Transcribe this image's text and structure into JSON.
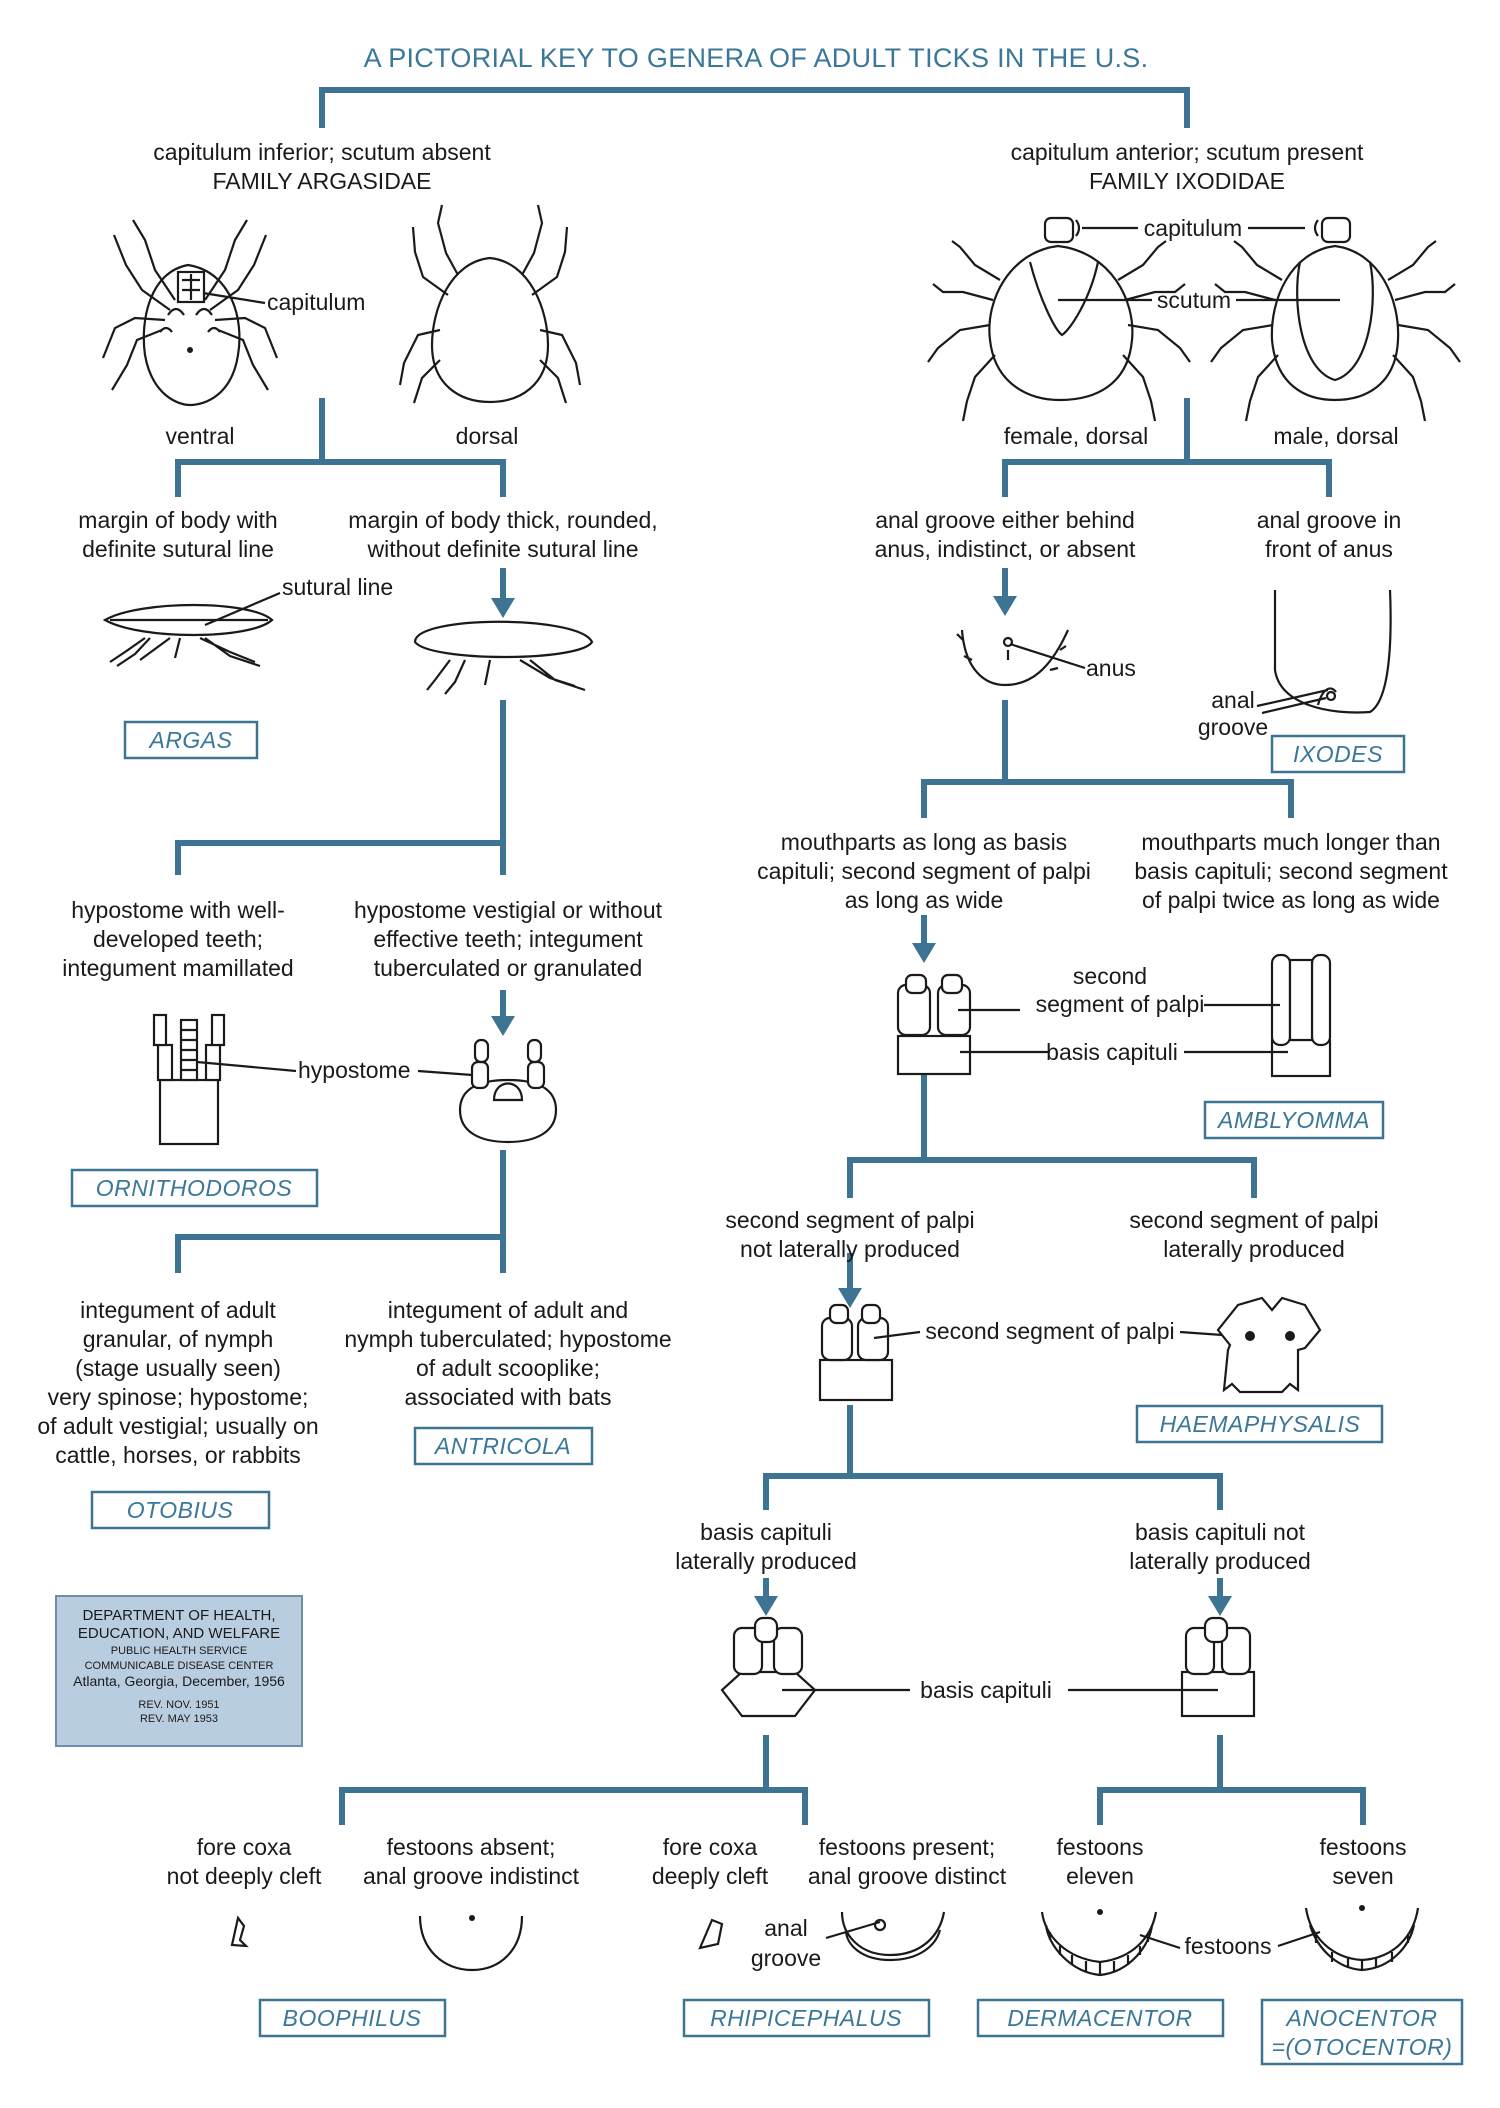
{
  "title": "A PICTORIAL KEY TO GENERA OF ADULT TICKS IN THE U.S.",
  "argasidae": {
    "heading_line1": "capitulum inferior; scutum absent",
    "heading_line2": "FAMILY ARGASIDAE",
    "capitulum_label": "capitulum",
    "ventral_label": "ventral",
    "dorsal_label": "dorsal"
  },
  "ixodidae": {
    "heading_line1": "capitulum anterior; scutum present",
    "heading_line2": "FAMILY IXODIDAE",
    "capitulum_label": "capitulum",
    "scutum_label": "scutum",
    "female_label": "female, dorsal",
    "male_label": "male, dorsal"
  },
  "nodes": {
    "margin_definite": [
      "margin of body with",
      "definite sutural line"
    ],
    "margin_thick": [
      "margin of body thick, rounded,",
      "without definite sutural line"
    ],
    "sutural_line_label": "sutural line",
    "hypostome_teeth": [
      "hypostome with well-",
      "developed teeth;",
      "integument mamillated"
    ],
    "hypostome_vestigial": [
      "hypostome vestigial or without",
      "effective teeth; integument",
      "tuberculated or granulated"
    ],
    "hypostome_label": "hypostome",
    "integument_granular": [
      "integument of adult",
      "granular, of nymph",
      "(stage usually seen)",
      "very spinose; hypostome;",
      "of adult vestigial; usually on",
      "cattle, horses, or rabbits"
    ],
    "integument_tuberculated": [
      "integument of adult and",
      "nymph tuberculated; hypostome",
      "of adult  scooplike;",
      "associated with bats"
    ],
    "anal_behind": [
      "anal groove either behind",
      "anus, indistinct, or absent"
    ],
    "anal_front": [
      "anal groove in",
      "front of anus"
    ],
    "anus_label": "anus",
    "anal_groove_label": [
      "anal",
      "groove"
    ],
    "mouthparts_equal": [
      "mouthparts as long as basis",
      "capituli; second segment of palpi",
      "as long as wide"
    ],
    "mouthparts_longer": [
      "mouthparts much longer than",
      "basis capituli; second segment",
      "of palpi twice as long as wide"
    ],
    "second_segment_label": [
      "second",
      "segment of palpi"
    ],
    "basis_capituli_label": "basis capituli",
    "palpi_not_produced": [
      "second segment of palpi",
      "not laterally produced"
    ],
    "palpi_produced": [
      "second segment of palpi",
      "laterally produced"
    ],
    "second_segment_inline": "second segment of palpi",
    "basis_produced": [
      "basis capituli",
      "laterally produced"
    ],
    "basis_not_produced": [
      "basis capituli not",
      "laterally produced"
    ],
    "basis_capituli_mid": "basis capituli",
    "fore_coxa_not": [
      "fore coxa",
      "not deeply cleft"
    ],
    "festoons_absent": [
      "festoons absent;",
      "anal groove indistinct"
    ],
    "fore_coxa_deep": [
      "fore coxa",
      "deeply cleft"
    ],
    "festoons_present": [
      "festoons present;",
      "anal groove distinct"
    ],
    "festoons_eleven": [
      "festoons",
      "eleven"
    ],
    "festoons_seven": [
      "festoons",
      "seven"
    ],
    "anal_groove_bottom": [
      "anal",
      "groove"
    ],
    "festoons_label": "festoons"
  },
  "genera": {
    "argas": "ARGAS",
    "ixodes": "IXODES",
    "amblyomma": "AMBLYOMMA",
    "ornithodoros": "ORNITHODOROS",
    "haemaphysalis": "HAEMAPHYSALIS",
    "antricola": "ANTRICOLA",
    "otobius": "OTOBIUS",
    "boophilus": "BOOPHILUS",
    "rhipicephalus": "RHIPICEPHALUS",
    "dermacentor": "DERMACENTOR",
    "anocentor_line1": "ANOCENTOR",
    "anocentor_line2": "=(OTOCENTOR)"
  },
  "credit": {
    "line1": "DEPARTMENT OF HEALTH,",
    "line2": "EDUCATION, AND WELFARE",
    "line3": "PUBLIC HEALTH SERVICE",
    "line4": "COMMUNICABLE DISEASE CENTER",
    "line5": "Atlanta, Georgia, December, 1956",
    "line6": "REV. NOV. 1951",
    "line7": "REV. MAY 1953"
  },
  "colors": {
    "accent": "#3d7393",
    "credit_box_fill": "#b9cde0"
  }
}
